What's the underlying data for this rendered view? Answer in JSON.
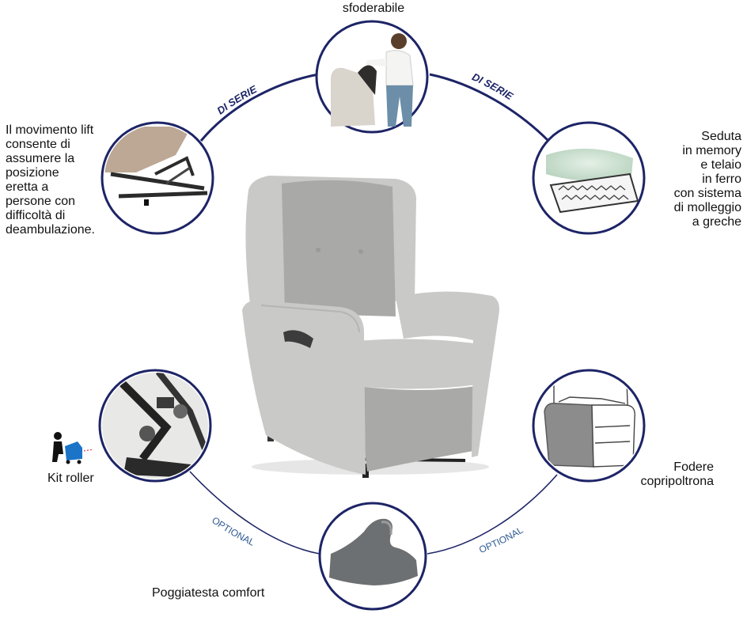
{
  "colors": {
    "ring": "#1d2466",
    "ring_inner": "#ffffff",
    "chair": "#c9c9c7",
    "chair_shadow": "#a9a9a7",
    "optional_text": "#2f5b92",
    "series_text": "#1d2466"
  },
  "badges": {
    "di_serie": "DI SERIE",
    "optional": "OPTIONAL"
  },
  "features": {
    "sfoderabile": {
      "label": "sfoderabile",
      "icon": "woman-removing-cover-icon"
    },
    "lift": {
      "lines": [
        "Il movimento lift",
        "consente di",
        "assumere la",
        "posizione",
        "eretta a",
        "persone con",
        "difficoltà di",
        "deambulazione."
      ],
      "icon": "lift-mechanism-icon"
    },
    "seduta": {
      "lines": [
        "Seduta",
        "in memory",
        "e telaio",
        "in ferro",
        "con sistema",
        "di molleggio",
        "a greche"
      ],
      "icon": "memory-seat-springs-icon"
    },
    "kit_roller": {
      "label": "Kit roller",
      "icon": "roller-mechanism-icon"
    },
    "fodere": {
      "lines": [
        "Fodere",
        "copripoltrona"
      ],
      "icon": "armchair-cover-sketch-icon"
    },
    "poggiatesta": {
      "label": "Poggiatesta comfort",
      "icon": "headrest-cushion-icon"
    }
  }
}
